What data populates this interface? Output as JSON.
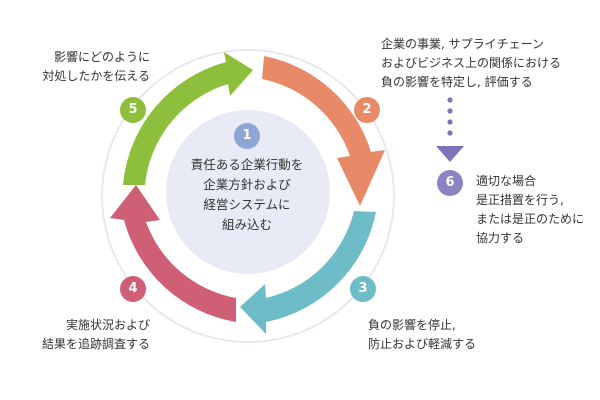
{
  "steps": [
    {
      "number": "1",
      "lines": [
        "責任ある企業行動を",
        "企業方針および",
        "経営システムに",
        "組み込む"
      ],
      "color": "#8ea6d6"
    },
    {
      "number": "2",
      "lines": [
        "企業の事業, サプライチェーン",
        "およびビジネス上の関係における",
        "負の影響を特定し, 評価する"
      ],
      "color": "#e88a68"
    },
    {
      "number": "3",
      "lines": [
        "負の影響を停止,",
        "防止および軽減する"
      ],
      "color": "#6ebcc8"
    },
    {
      "number": "4",
      "lines": [
        "実施状況および",
        "結果を追跡調査する"
      ],
      "color": "#cf5f74"
    },
    {
      "number": "5",
      "lines": [
        "影響にどのように",
        "対処したかを伝える"
      ],
      "color": "#8dbf3c"
    },
    {
      "number": "6",
      "lines": [
        "適切な場合",
        "是正措置を行う,",
        "または是正のために",
        "協力する"
      ],
      "color": "#8b84c3"
    }
  ],
  "colors": {
    "outer_ring": "#e7e8f2",
    "center_fill": "#e8ebf6",
    "dots": "#7c75b8"
  }
}
